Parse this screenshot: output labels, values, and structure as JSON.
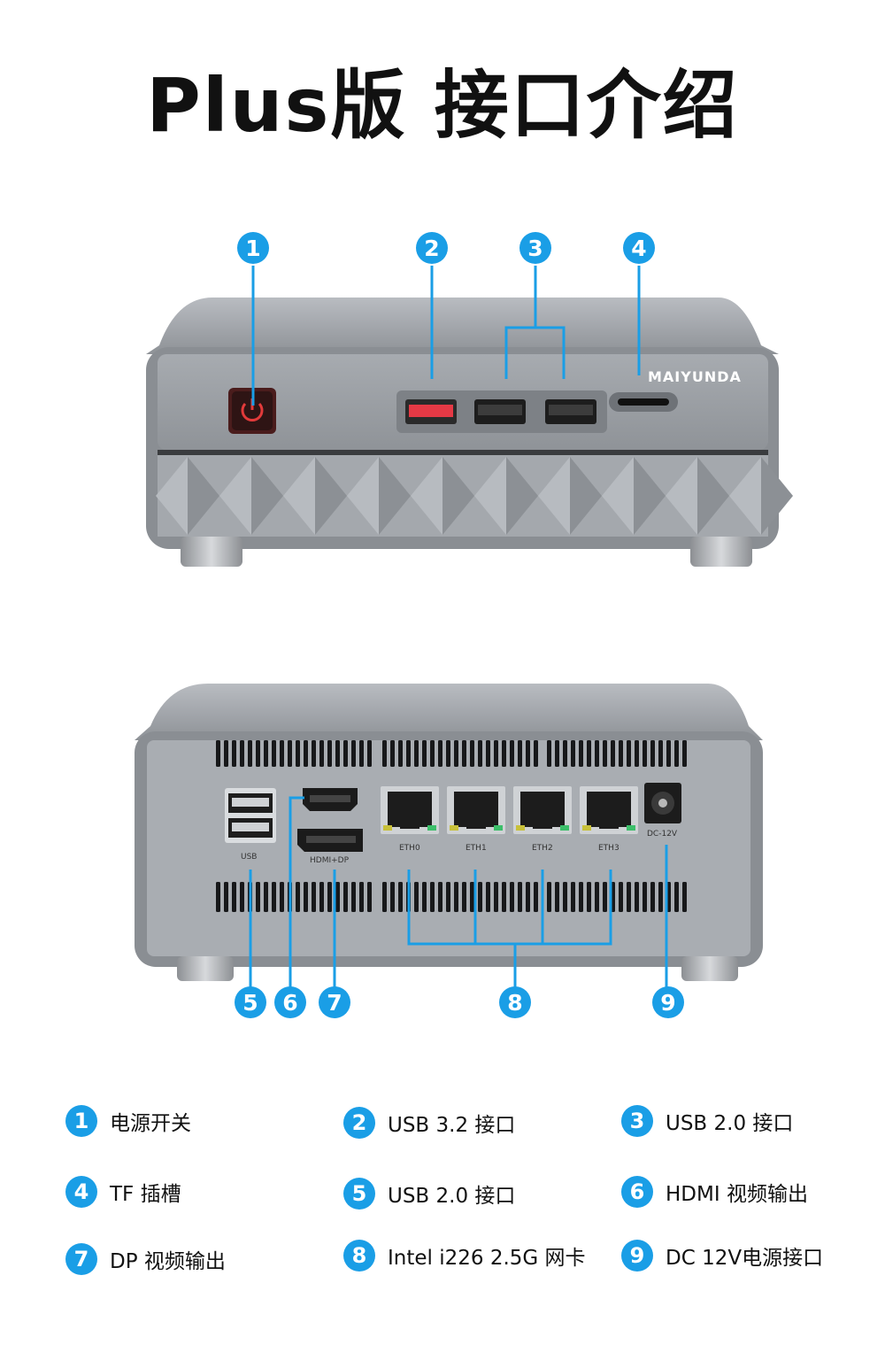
{
  "title": "Plus版 接口介绍",
  "front": {
    "brand": "MAIYUNDA",
    "callouts": [
      "1",
      "2",
      "3",
      "4"
    ]
  },
  "back": {
    "port_labels": {
      "usb": "USB",
      "hdmi_dp": "HDMI+DP",
      "eth0": "ETH0",
      "eth1": "ETH1",
      "eth2": "ETH2",
      "eth3": "ETH3",
      "dc": "DC-12V"
    },
    "callouts": [
      "5",
      "6",
      "7",
      "8",
      "9"
    ]
  },
  "legend": [
    {
      "num": "1",
      "label": "电源开关"
    },
    {
      "num": "2",
      "label": "USB 3.2 接口"
    },
    {
      "num": "3",
      "label": "USB 2.0 接口"
    },
    {
      "num": "4",
      "label": "TF 插槽"
    },
    {
      "num": "5",
      "label": "USB 2.0 接口"
    },
    {
      "num": "6",
      "label": "HDMI 视频输出"
    },
    {
      "num": "7",
      "label": "DP 视频输出"
    },
    {
      "num": "8",
      "label": "Intel i226 2.5G 网卡"
    },
    {
      "num": "9",
      "label": "DC 12V电源接口"
    }
  ],
  "colors": {
    "accent": "#1a9ee6",
    "power_button": "#c62b2b",
    "usb32": "#e53945",
    "chassis": "#a9adb2"
  }
}
